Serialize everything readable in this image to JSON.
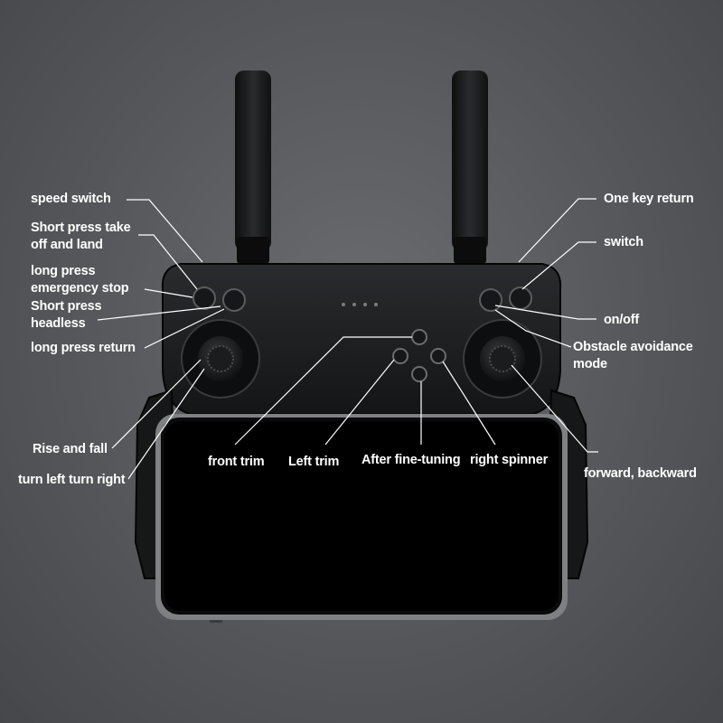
{
  "labels": {
    "speed_switch": "speed switch",
    "takeoff_land": "Short press take off and land",
    "emergency_stop": "long press emergency stop",
    "headless": "Short press headless",
    "return": "long press return",
    "rise_fall": "Rise and fall",
    "turn": "turn left turn right",
    "one_key_return": "One key return",
    "switch": "switch",
    "on_off": "on/off",
    "obstacle_avoidance": "Obstacle avoidance mode",
    "forward_backward": "forward, backward",
    "front_trim": "front trim",
    "left_trim": "Left trim",
    "after_fine_tuning": "After fine-tuning",
    "right_spinner": "right spinner"
  },
  "colors": {
    "background": "#55575b",
    "device_body": "#1c1d1f",
    "text": "#ffffff",
    "callout_line": "#ffffff"
  }
}
